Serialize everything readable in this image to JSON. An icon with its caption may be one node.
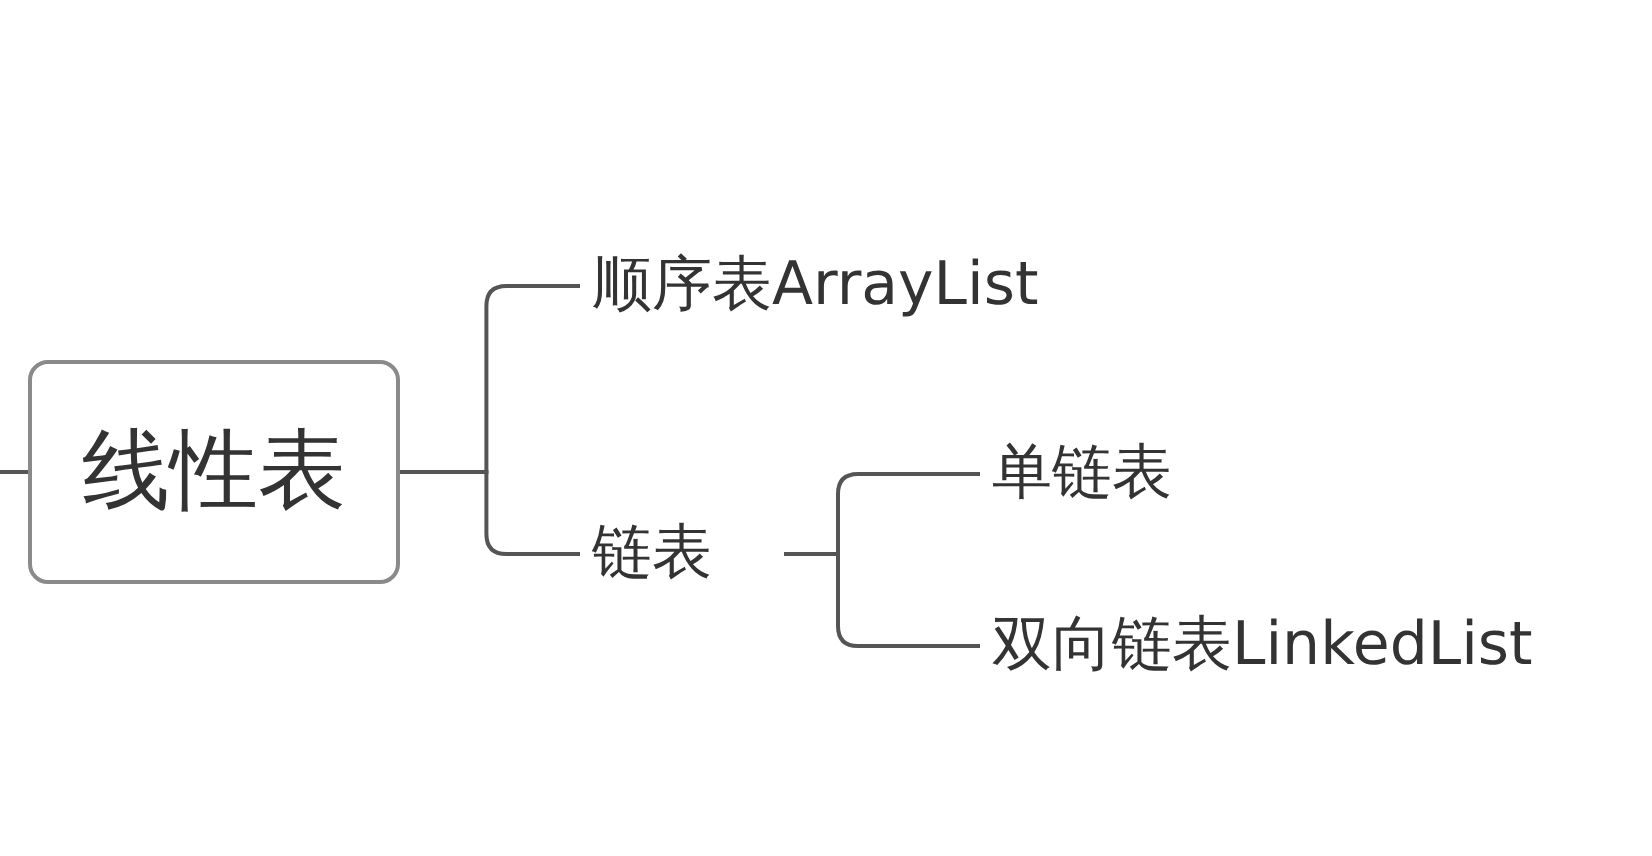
{
  "diagram": {
    "nodes": [
      {
        "text": [
          "线性表"
        ]
      },
      {
        "text": [
          "顺序表ArrayList"
        ]
      },
      {
        "text": [
          "链表"
        ]
      },
      {
        "text": [
          "单链表"
        ]
      },
      {
        "text": [
          "双向链表LinkedList"
        ]
      }
    ],
    "edges": [
      {
        "from": null,
        "to": 0,
        "arrow": "none"
      },
      {
        "from": 0,
        "to": 1,
        "arrow": "none"
      },
      {
        "from": 0,
        "to": 2,
        "arrow": "none"
      },
      {
        "from": 2,
        "to": 3,
        "arrow": "none"
      },
      {
        "from": 2,
        "to": 4,
        "arrow": "none"
      }
    ]
  }
}
